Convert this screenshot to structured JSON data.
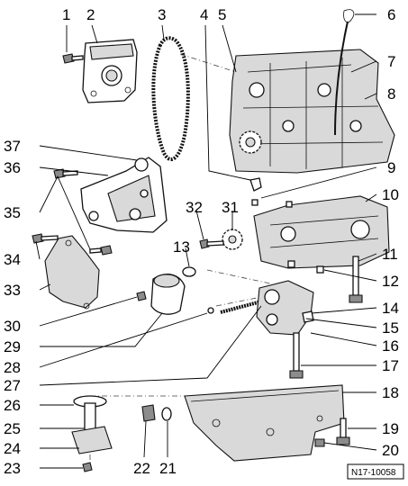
{
  "diagram": {
    "reference_code": "N17-10058",
    "callouts": [
      "1",
      "2",
      "3",
      "4",
      "5",
      "6",
      "7",
      "8",
      "9",
      "10",
      "11",
      "12",
      "13",
      "14",
      "15",
      "16",
      "17",
      "18",
      "19",
      "20",
      "21",
      "22",
      "23",
      "24",
      "25",
      "26",
      "27",
      "28",
      "29",
      "30",
      "31",
      "32",
      "33",
      "34",
      "35",
      "36",
      "37"
    ]
  }
}
